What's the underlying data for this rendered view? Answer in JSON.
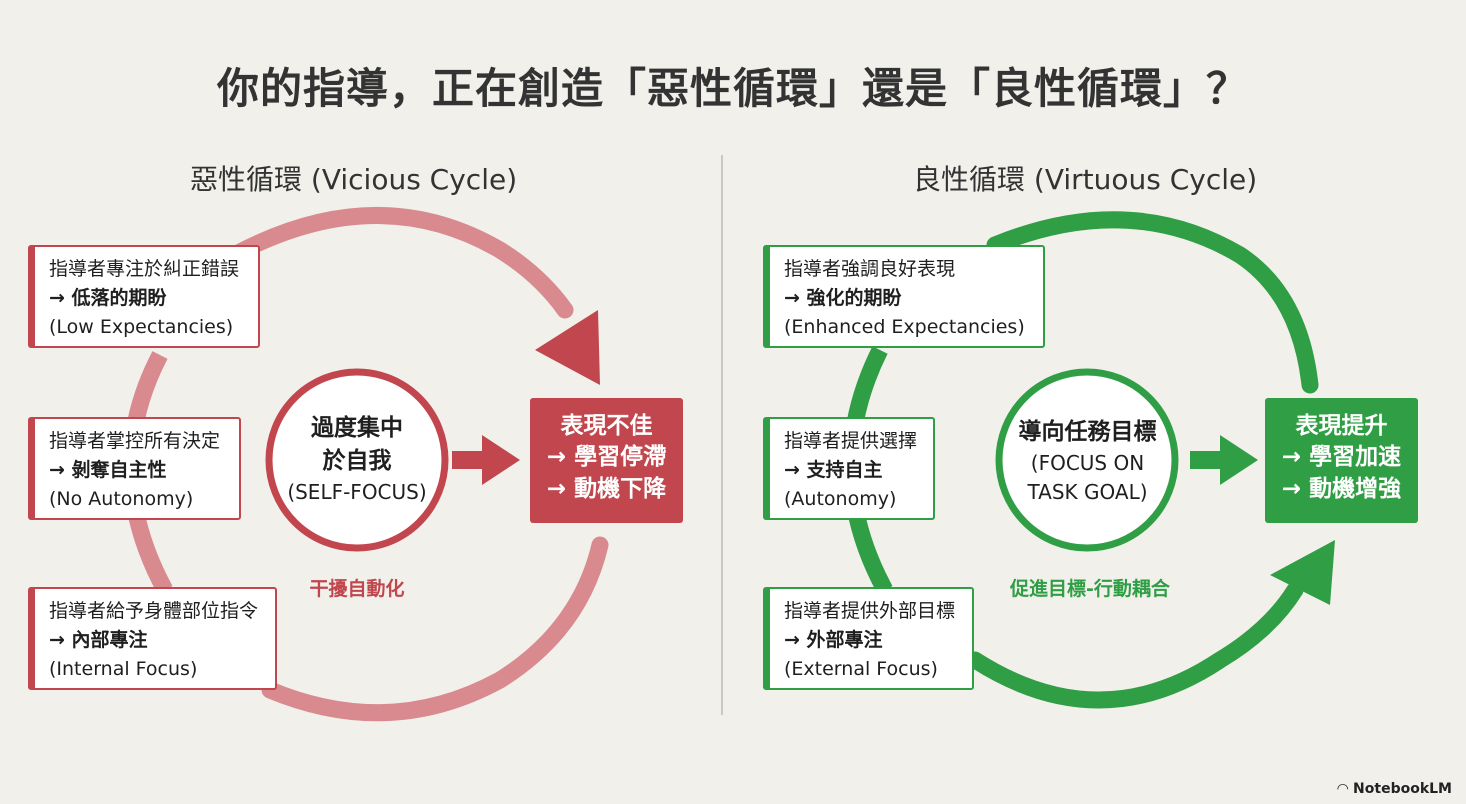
{
  "title": "你的指導，正在創造「惡性循環」還是「良性循環」？",
  "colors": {
    "red": "#c1464d",
    "red_light": "#dd8a8f",
    "green": "#2f9e44",
    "green_light": "#5fbb6b"
  },
  "vicious": {
    "heading": "惡性循環 (Vicious Cycle)",
    "boxes": [
      {
        "l1": "指導者專注於糾正錯誤",
        "l2": "→ 低落的期盼",
        "l3": "(Low Expectancies)"
      },
      {
        "l1": "指導者掌控所有決定",
        "l2": "→ 剝奪自主性",
        "l3": "(No Autonomy)"
      },
      {
        "l1": "指導者給予身體部位指令",
        "l2": "→ 內部專注",
        "l3": "(Internal Focus)"
      }
    ],
    "center": {
      "l1": "過度集中",
      "l2": "於自我",
      "l3": "(SELF-FOCUS)"
    },
    "result": {
      "l1": "表現不佳",
      "l2": "→ 學習停滯",
      "l3": "→ 動機下降"
    },
    "caption": "干擾自動化"
  },
  "virtuous": {
    "heading": "良性循環 (Virtuous Cycle)",
    "boxes": [
      {
        "l1": "指導者強調良好表現",
        "l2": "→ 強化的期盼",
        "l3": "(Enhanced Expectancies)"
      },
      {
        "l1": "指導者提供選擇",
        "l2": "→ 支持自主",
        "l3": "(Autonomy)"
      },
      {
        "l1": "指導者提供外部目標",
        "l2": "→ 外部專注",
        "l3": "(External Focus)"
      }
    ],
    "center": {
      "l1": "導向任務目標",
      "l2": "(FOCUS ON",
      "l3": "TASK GOAL)"
    },
    "result": {
      "l1": "表現提升",
      "l2": "→ 學習加速",
      "l3": "→ 動機增強"
    },
    "caption": "促進目標-行動耦合"
  },
  "brand": "NotebookLM"
}
